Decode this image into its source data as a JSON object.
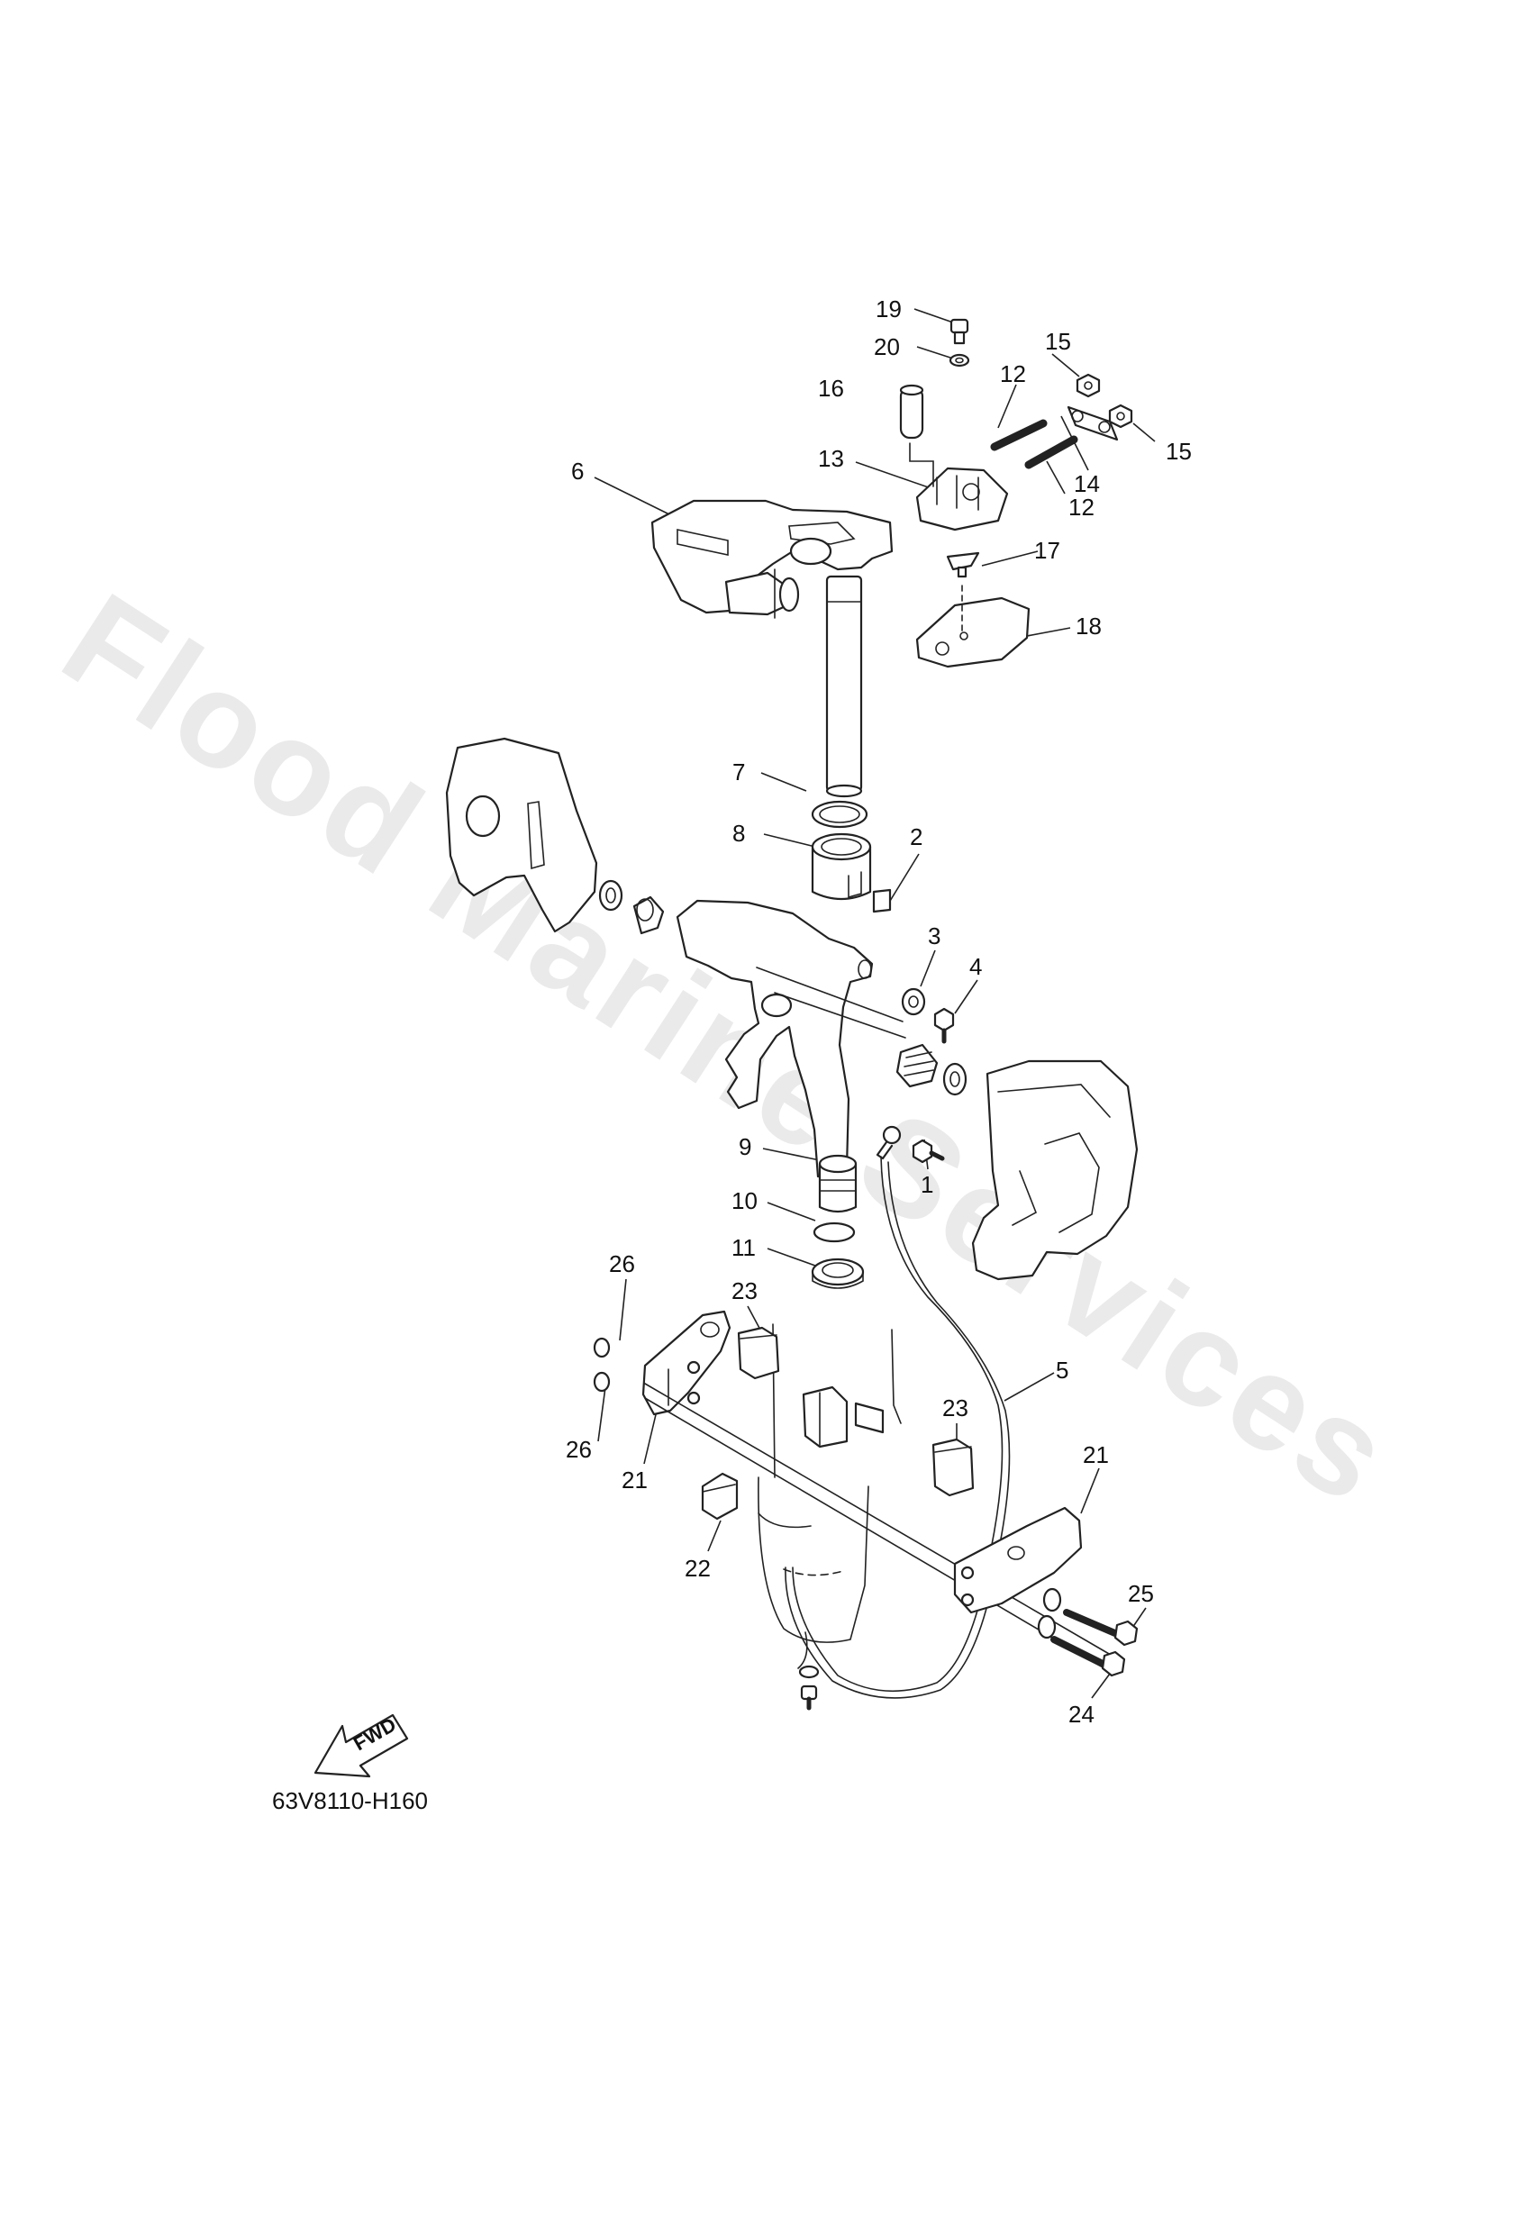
{
  "watermark": "Flood Marine Services",
  "diagram_code": "63V8110-H160",
  "fwd_label": "FWD",
  "callouts": [
    "19",
    "20",
    "16",
    "15",
    "12",
    "15",
    "13",
    "14",
    "6",
    "12",
    "17",
    "18",
    "7",
    "8",
    "2",
    "3",
    "4",
    "9",
    "1",
    "10",
    "11",
    "26",
    "23",
    "5",
    "26",
    "23",
    "21",
    "21",
    "22",
    "25",
    "24"
  ]
}
